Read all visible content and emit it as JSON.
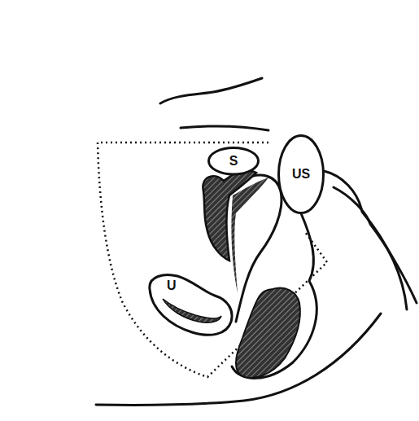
{
  "diagram": {
    "nodes": [
      {
        "text": [
          "S"
        ]
      },
      {
        "text": [
          "US"
        ]
      },
      {
        "text": [
          "U"
        ]
      }
    ]
  }
}
